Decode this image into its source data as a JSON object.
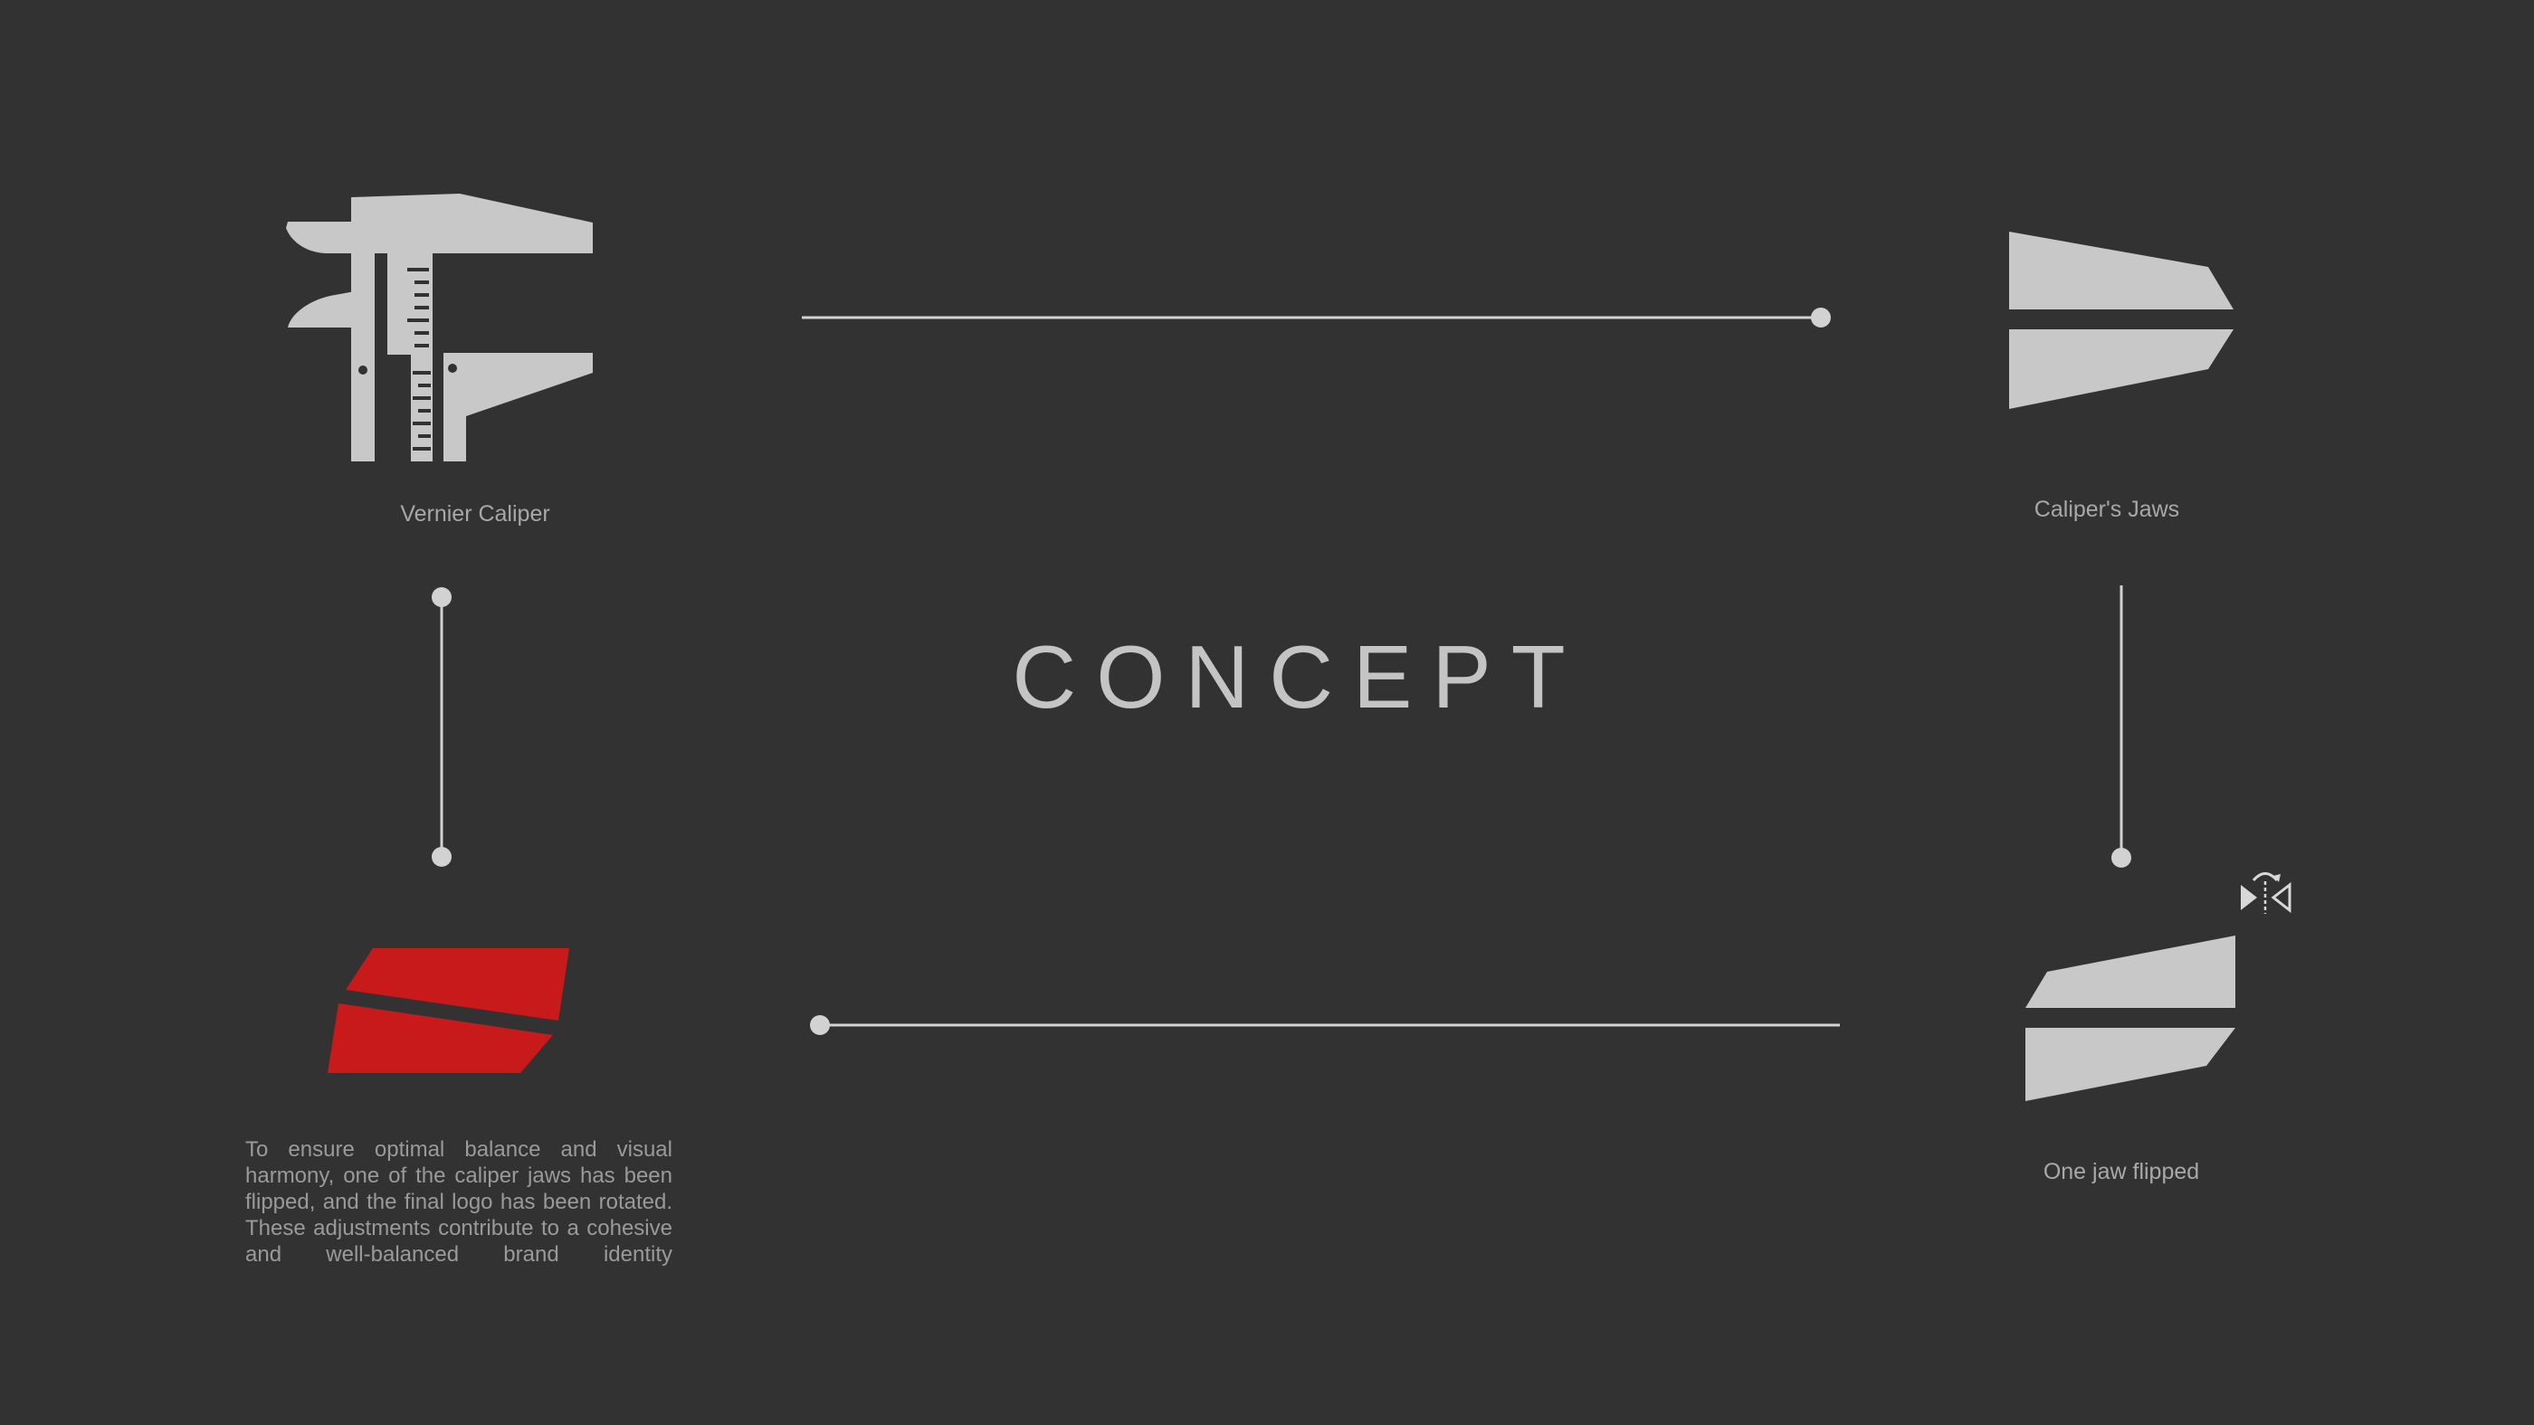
{
  "title": "CONCEPT",
  "steps": {
    "caliper_label": "Vernier Caliper",
    "jaws_label": "Caliper's Jaws",
    "flipped_label": "One jaw flipped"
  },
  "description": "To ensure optimal balance and visual harmony, one of the caliper jaws has been flipped, and the final logo has been rotated. These adjustments contribute to a cohesive and well-balanced brand identity",
  "icons": {
    "flip": "flip-horizontal-icon"
  },
  "colors": {
    "background": "#323232",
    "shape": "#c8c8c8",
    "accent": "#c81a1a",
    "connector": "#d2d2d2",
    "text": "#a8a8a8"
  }
}
